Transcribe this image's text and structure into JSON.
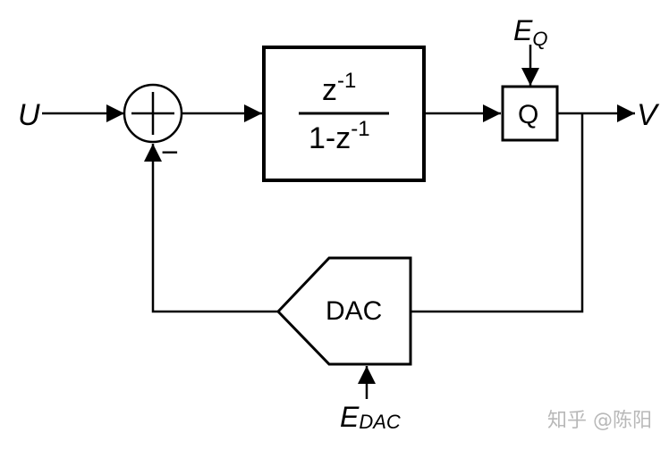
{
  "diagram": {
    "input_label": "U",
    "output_label": "V",
    "summer_minus_sign": "−",
    "loop_filter": {
      "numerator": "z",
      "numerator_exp": "-1",
      "denominator": "1-z",
      "denominator_exp": "-1"
    },
    "quantizer": {
      "label": "Q",
      "error_label": "E",
      "error_sub": "Q"
    },
    "dac": {
      "label": "DAC",
      "error_label": "E",
      "error_sub": "DAC"
    },
    "watermark": "知乎 @陈阳",
    "colors": {
      "stroke": "#000000",
      "watermark": "#b8b8b8"
    }
  }
}
